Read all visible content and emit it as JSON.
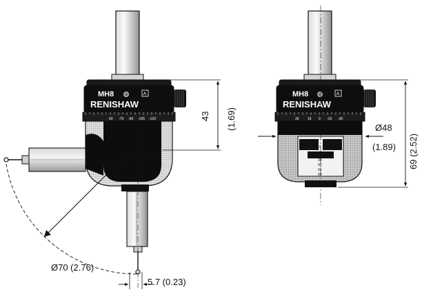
{
  "colors": {
    "ink": "#111111",
    "body_dark": "#0d0d0d",
    "body_grey": "#c9c9c9",
    "stipple": "#9a9a9a",
    "paper": "#ffffff"
  },
  "left_view": {
    "model_label": "MH8",
    "brand_label": "RENISHAW",
    "scale_labels": [
      "60",
      "-75",
      "-90",
      "-105",
      "-120"
    ],
    "dim_height": "43",
    "dim_height_in": "(1.69)",
    "dim_diameter": "Ø70 (2.76)",
    "dim_offset": "5.7 (0.23)"
  },
  "right_view": {
    "model_label": "MH8",
    "brand_label": "RENISHAW",
    "scale_labels": [
      "30",
      "15",
      "0",
      "-15",
      "-30"
    ],
    "dial_labels": [
      "0",
      "15",
      "30",
      "45",
      "60",
      "90"
    ],
    "dim_diameter": "Ø48",
    "dim_diameter_in": "(1.89)",
    "dim_height": "69 (2.52)"
  }
}
